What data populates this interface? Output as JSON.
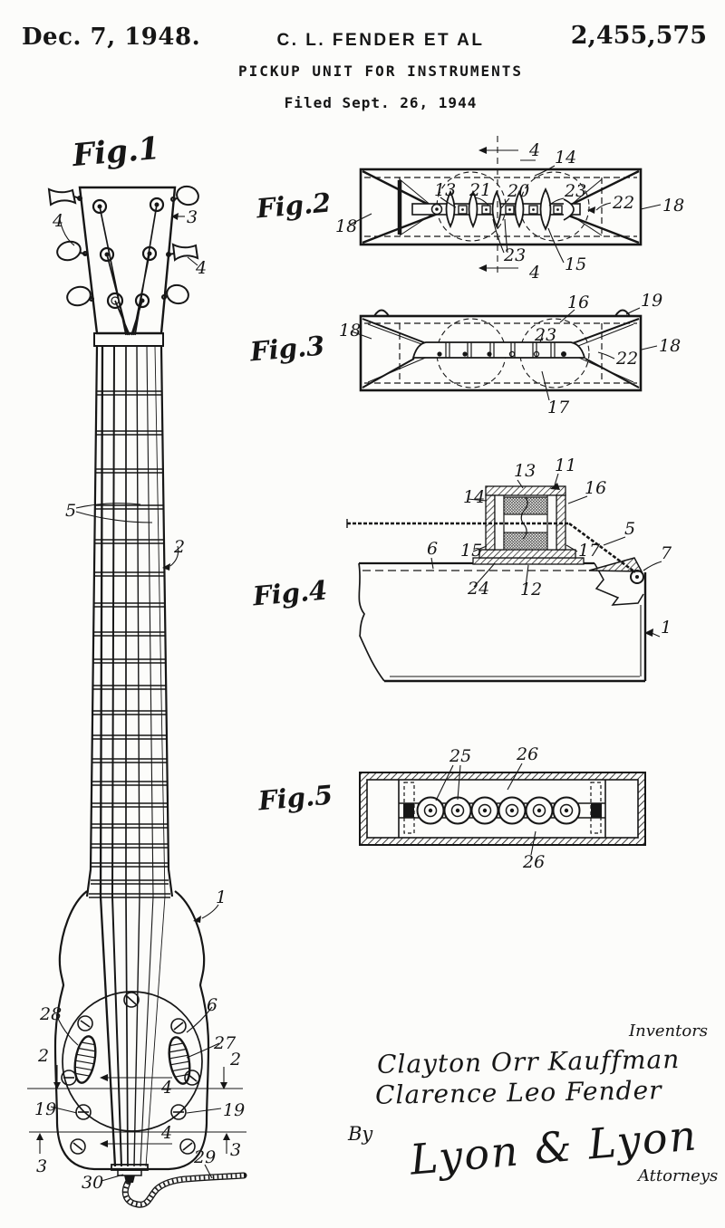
{
  "header": {
    "date": "Dec. 7, 1948.",
    "inventors_line": "C. L. FENDER ET AL",
    "patent_number": "2,455,575",
    "title": "PICKUP UNIT FOR INSTRUMENTS",
    "filed_line": "Filed Sept. 26, 1944"
  },
  "figures": {
    "fig1": {
      "caption": "Fig.1",
      "labels": [
        "4",
        "3",
        "4",
        "5",
        "2",
        "1",
        "28",
        "6",
        "27",
        "2",
        "2",
        "4",
        "19",
        "19",
        "4",
        "3",
        "3",
        "29",
        "30"
      ]
    },
    "fig2": {
      "caption": "Fig.2",
      "labels": [
        "4",
        "14",
        "13",
        "21",
        "20",
        "23",
        "22",
        "18",
        "18",
        "23",
        "15",
        "4"
      ]
    },
    "fig3": {
      "caption": "Fig.3",
      "labels": [
        "16",
        "19",
        "18",
        "23",
        "18",
        "22",
        "17"
      ]
    },
    "fig4": {
      "caption": "Fig.4",
      "labels": [
        "13",
        "11",
        "16",
        "14",
        "5",
        "6",
        "15",
        "17",
        "7",
        "24",
        "12",
        "1"
      ]
    },
    "fig5": {
      "caption": "Fig.5",
      "labels": [
        "25",
        "26",
        "26"
      ]
    }
  },
  "signatures": {
    "heading": "Inventors",
    "inventor_1": "Clayton Orr Kauffman",
    "inventor_2": "Clarence Leo Fender",
    "by_label": "By",
    "attorney_signature": "Lyon & Lyon",
    "attorneys_label": "Attorneys"
  },
  "colors": {
    "ink": "#161616",
    "paper": "#fcfcfa"
  }
}
